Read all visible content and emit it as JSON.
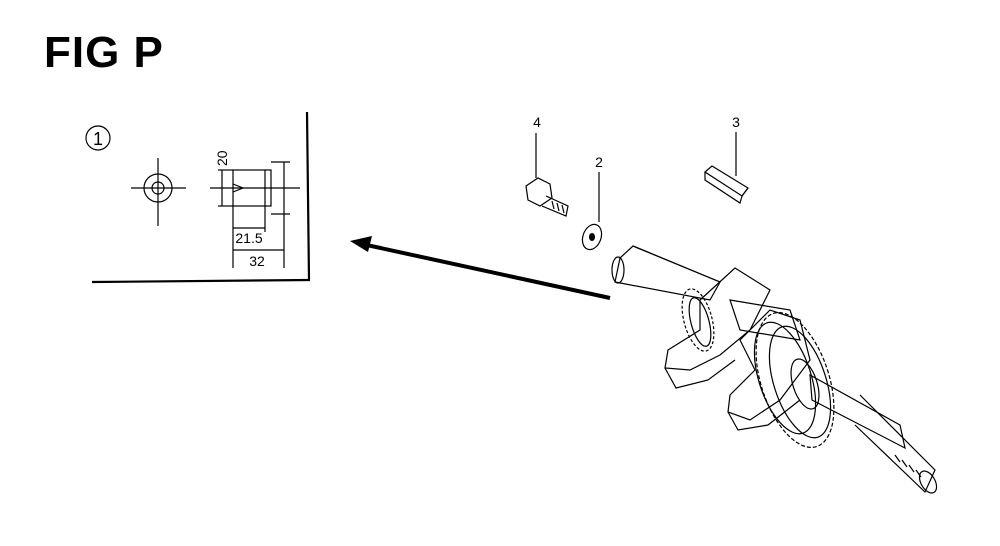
{
  "figure": {
    "title": "FIG P"
  },
  "detail": {
    "callout": "1",
    "dims": {
      "height": "20",
      "inner_length": "21.5",
      "total_length": "32"
    }
  },
  "parts": [
    {
      "id": "p4",
      "label": "4"
    },
    {
      "id": "p2",
      "label": "2"
    },
    {
      "id": "p3",
      "label": "3"
    }
  ]
}
